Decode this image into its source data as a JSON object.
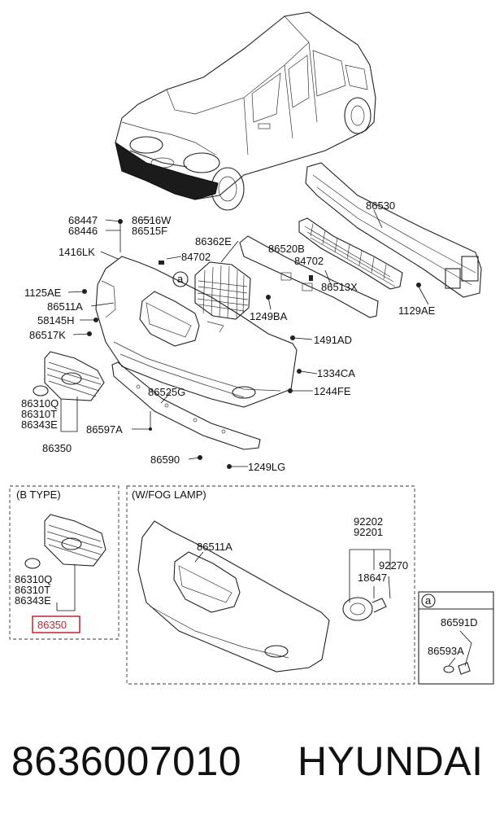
{
  "main_callouts": [
    "68447",
    "68446",
    "86516W",
    "86515F",
    "1416LK",
    "86362E",
    "84702",
    "86520B",
    "84702",
    "86530",
    "1125AE",
    "86511A",
    "86513X",
    "1129AE",
    "58145H",
    "86517K",
    "1249BA",
    "1491AD",
    "86310Q",
    "86310T",
    "86343E",
    "86525G",
    "1334CA",
    "1244FE",
    "86350",
    "86597A",
    "86590",
    "1249LG"
  ],
  "b_type": {
    "title": "(B TYPE)",
    "callouts": [
      "86310Q",
      "86310T",
      "86343E"
    ],
    "highlighted": "86350",
    "highlight_color": "#c0262d"
  },
  "fog_lamp": {
    "title": "(W/FOG LAMP)",
    "callouts": [
      "86511A",
      "92202",
      "92201",
      "92270",
      "18647"
    ]
  },
  "detail_a": {
    "marker": "a",
    "callouts": [
      "86591D",
      "86593A"
    ]
  },
  "footer": {
    "part_number": "8636007010",
    "brand": "HYUNDAI"
  }
}
